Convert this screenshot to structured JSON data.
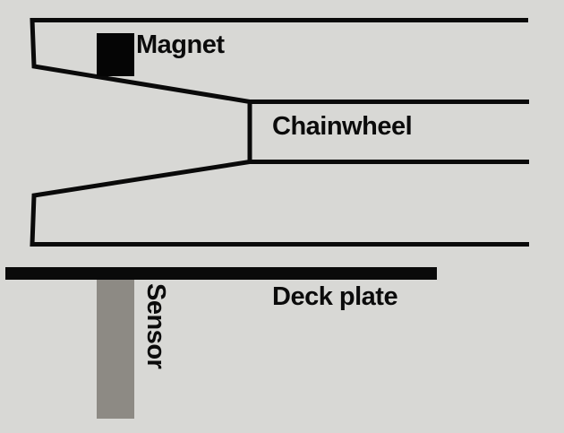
{
  "diagram": {
    "labels": {
      "magnet": "Magnet",
      "chainwheel": "Chainwheel",
      "deck_plate": "Deck plate",
      "sensor": "Sensor"
    },
    "colors": {
      "background": "#d8d8d5",
      "line": "#0a0a0a",
      "magnet_fill": "#050505",
      "deck_plate_fill": "#0a0a0a",
      "sensor_fill": "#8d8a84",
      "text": "#0b0b0b"
    }
  }
}
